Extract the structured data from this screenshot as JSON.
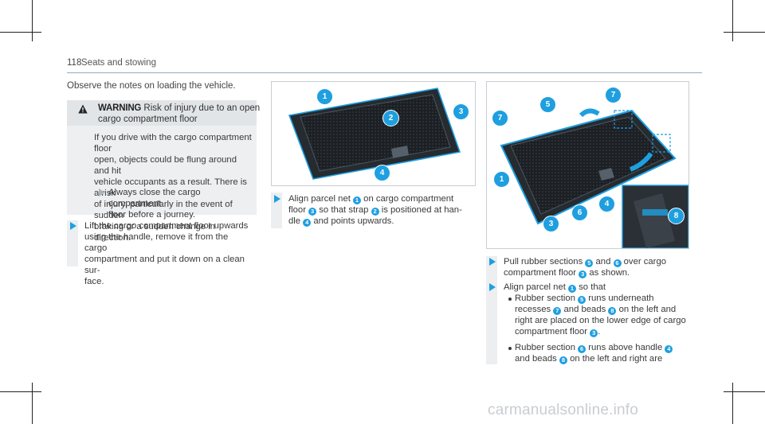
{
  "header": {
    "page_number": "118",
    "section_title": "Seats and stowing"
  },
  "intro": "Observe the notes on loading the vehicle.",
  "warning": {
    "keyword": "WARNING",
    "title_line1": "Risk of injury due to an open",
    "title_line2": "cargo compartment floor",
    "body_lines": [
      "If you drive with the cargo compartment floor",
      "open, objects could be flung around and hit",
      "vehicle occupants as a result. There is a risk",
      "of injury, particularly in the event of sudden",
      "braking or a sudden change in direction."
    ],
    "step_lines": [
      "Always close the cargo compartment",
      "floor before a journey."
    ]
  },
  "step1_lines": [
    "Lift the cargo compartment floor upwards",
    "using the handle, remove it from the cargo",
    "compartment and put it down on a clean sur-",
    "face."
  ],
  "step2": {
    "l1a": "Align parcel net",
    "n1": "1",
    "l1b": "on cargo compartment",
    "l2a": "floor",
    "n2": "3",
    "l2b": "so that strap",
    "n3": "2",
    "l2c": "is positioned at han-",
    "l3a": "dle",
    "n4": "4",
    "l3b": "and points upwards."
  },
  "figure1": {
    "callouts": [
      "1",
      "2",
      "3",
      "4"
    ]
  },
  "figure2": {
    "callouts": [
      "7",
      "5",
      "7",
      "1",
      "3",
      "6",
      "4",
      "8"
    ]
  },
  "step3": {
    "l1a": "Pull rubber sections",
    "n1": "5",
    "l1b": "and",
    "n2": "6",
    "l1c": "over cargo",
    "l2a": "compartment floor",
    "n3": "3",
    "l2b": "as shown."
  },
  "step4": {
    "l1a": "Align parcel net",
    "n1": "1",
    "l1b": "so that"
  },
  "bullet1": {
    "l1a": "Rubber section",
    "n1": "5",
    "l1b": "runs underneath",
    "l2a": "recesses",
    "n2": "7",
    "l2b": "and beads",
    "n3": "8",
    "l2c": "on the left and",
    "l3": "right are placed on the lower edge of cargo",
    "l4a": "compartment floor",
    "n4": "3",
    "l4b": "."
  },
  "bullet2": {
    "l1a": "Rubber section",
    "n1": "6",
    "l1b": "runs above handle",
    "n2": "4",
    "l2a": "and beads",
    "n3": "8",
    "l2b": "on the left and right are"
  },
  "watermark": "carmanualsonline.info",
  "colors": {
    "accent": "#1e9fe0",
    "callout": "#1e9fe0",
    "mat": "#1f2328"
  }
}
